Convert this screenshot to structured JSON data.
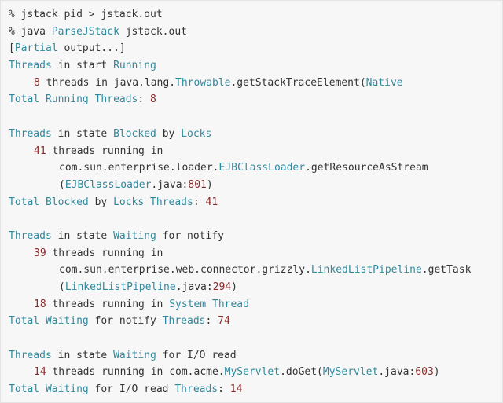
{
  "colors": {
    "background": "#f7f7f7",
    "text": "#333333",
    "type_token": "#2f8a9e",
    "number_token": "#8b2a2a"
  },
  "lines": [
    {
      "indent": 0,
      "tokens": [
        {
          "t": "% jstack pid > jstack.out",
          "c": "plain"
        }
      ]
    },
    {
      "indent": 0,
      "tokens": [
        {
          "t": "% java ",
          "c": "plain"
        },
        {
          "t": "ParseJStack",
          "c": "type"
        },
        {
          "t": " jstack.out",
          "c": "plain"
        }
      ]
    },
    {
      "indent": 0,
      "tokens": [
        {
          "t": "[",
          "c": "plain"
        },
        {
          "t": "Partial",
          "c": "type"
        },
        {
          "t": " output...]",
          "c": "plain"
        }
      ]
    },
    {
      "indent": 0,
      "tokens": [
        {
          "t": "Threads",
          "c": "type"
        },
        {
          "t": " in start ",
          "c": "plain"
        },
        {
          "t": "Running",
          "c": "type"
        }
      ]
    },
    {
      "indent": 1,
      "tokens": [
        {
          "t": "8",
          "c": "num"
        },
        {
          "t": " threads in java.lang.",
          "c": "plain"
        },
        {
          "t": "Throwable",
          "c": "type"
        },
        {
          "t": ".getStackTraceElement(",
          "c": "plain"
        },
        {
          "t": "Native",
          "c": "type"
        }
      ]
    },
    {
      "indent": 0,
      "tokens": [
        {
          "t": "Total",
          "c": "type"
        },
        {
          "t": " ",
          "c": "plain"
        },
        {
          "t": "Running",
          "c": "type"
        },
        {
          "t": " ",
          "c": "plain"
        },
        {
          "t": "Threads",
          "c": "type"
        },
        {
          "t": ": ",
          "c": "plain"
        },
        {
          "t": "8",
          "c": "num"
        }
      ]
    },
    {
      "indent": 0,
      "tokens": []
    },
    {
      "indent": 0,
      "tokens": [
        {
          "t": "Threads",
          "c": "type"
        },
        {
          "t": " in state ",
          "c": "plain"
        },
        {
          "t": "Blocked",
          "c": "type"
        },
        {
          "t": " by ",
          "c": "plain"
        },
        {
          "t": "Locks",
          "c": "type"
        }
      ]
    },
    {
      "indent": 1,
      "tokens": [
        {
          "t": "41",
          "c": "num"
        },
        {
          "t": " threads running in",
          "c": "plain"
        }
      ]
    },
    {
      "indent": 2,
      "tokens": [
        {
          "t": "com.sun.enterprise.loader.",
          "c": "plain"
        },
        {
          "t": "EJBClassLoader",
          "c": "type"
        },
        {
          "t": ".getResourceAsStream",
          "c": "plain"
        }
      ]
    },
    {
      "indent": 2,
      "tokens": [
        {
          "t": "(",
          "c": "plain"
        },
        {
          "t": "EJBClassLoader",
          "c": "type"
        },
        {
          "t": ".java:",
          "c": "plain"
        },
        {
          "t": "801",
          "c": "num"
        },
        {
          "t": ")",
          "c": "plain"
        }
      ]
    },
    {
      "indent": 0,
      "tokens": [
        {
          "t": "Total",
          "c": "type"
        },
        {
          "t": " ",
          "c": "plain"
        },
        {
          "t": "Blocked",
          "c": "type"
        },
        {
          "t": " by ",
          "c": "plain"
        },
        {
          "t": "Locks",
          "c": "type"
        },
        {
          "t": " ",
          "c": "plain"
        },
        {
          "t": "Threads",
          "c": "type"
        },
        {
          "t": ": ",
          "c": "plain"
        },
        {
          "t": "41",
          "c": "num"
        }
      ]
    },
    {
      "indent": 0,
      "tokens": []
    },
    {
      "indent": 0,
      "tokens": [
        {
          "t": "Threads",
          "c": "type"
        },
        {
          "t": " in state ",
          "c": "plain"
        },
        {
          "t": "Waiting",
          "c": "type"
        },
        {
          "t": " for notify",
          "c": "plain"
        }
      ]
    },
    {
      "indent": 1,
      "tokens": [
        {
          "t": "39",
          "c": "num"
        },
        {
          "t": " threads running in",
          "c": "plain"
        }
      ]
    },
    {
      "indent": 2,
      "tokens": [
        {
          "t": "com.sun.enterprise.web.connector.grizzly.",
          "c": "plain"
        },
        {
          "t": "LinkedListPipeline",
          "c": "type"
        },
        {
          "t": ".getTask",
          "c": "plain"
        }
      ]
    },
    {
      "indent": 2,
      "tokens": [
        {
          "t": "(",
          "c": "plain"
        },
        {
          "t": "LinkedListPipeline",
          "c": "type"
        },
        {
          "t": ".java:",
          "c": "plain"
        },
        {
          "t": "294",
          "c": "num"
        },
        {
          "t": ")",
          "c": "plain"
        }
      ]
    },
    {
      "indent": 1,
      "tokens": [
        {
          "t": "18",
          "c": "num"
        },
        {
          "t": " threads running in ",
          "c": "plain"
        },
        {
          "t": "System",
          "c": "type"
        },
        {
          "t": " ",
          "c": "plain"
        },
        {
          "t": "Thread",
          "c": "type"
        }
      ]
    },
    {
      "indent": 0,
      "tokens": [
        {
          "t": "Total",
          "c": "type"
        },
        {
          "t": " ",
          "c": "plain"
        },
        {
          "t": "Waiting",
          "c": "type"
        },
        {
          "t": " for notify ",
          "c": "plain"
        },
        {
          "t": "Threads",
          "c": "type"
        },
        {
          "t": ": ",
          "c": "plain"
        },
        {
          "t": "74",
          "c": "num"
        }
      ]
    },
    {
      "indent": 0,
      "tokens": []
    },
    {
      "indent": 0,
      "tokens": [
        {
          "t": "Threads",
          "c": "type"
        },
        {
          "t": " in state ",
          "c": "plain"
        },
        {
          "t": "Waiting",
          "c": "type"
        },
        {
          "t": " for I/O read",
          "c": "plain"
        }
      ]
    },
    {
      "indent": 1,
      "tokens": [
        {
          "t": "14",
          "c": "num"
        },
        {
          "t": " threads running in com.acme.",
          "c": "plain"
        },
        {
          "t": "MyServlet",
          "c": "type"
        },
        {
          "t": ".doGet(",
          "c": "plain"
        },
        {
          "t": "MyServlet",
          "c": "type"
        },
        {
          "t": ".java:",
          "c": "plain"
        },
        {
          "t": "603",
          "c": "num"
        },
        {
          "t": ")",
          "c": "plain"
        }
      ]
    },
    {
      "indent": 0,
      "tokens": [
        {
          "t": "Total",
          "c": "type"
        },
        {
          "t": " ",
          "c": "plain"
        },
        {
          "t": "Waiting",
          "c": "type"
        },
        {
          "t": " for I/O read ",
          "c": "plain"
        },
        {
          "t": "Threads",
          "c": "type"
        },
        {
          "t": ": ",
          "c": "plain"
        },
        {
          "t": "14",
          "c": "num"
        }
      ]
    }
  ]
}
